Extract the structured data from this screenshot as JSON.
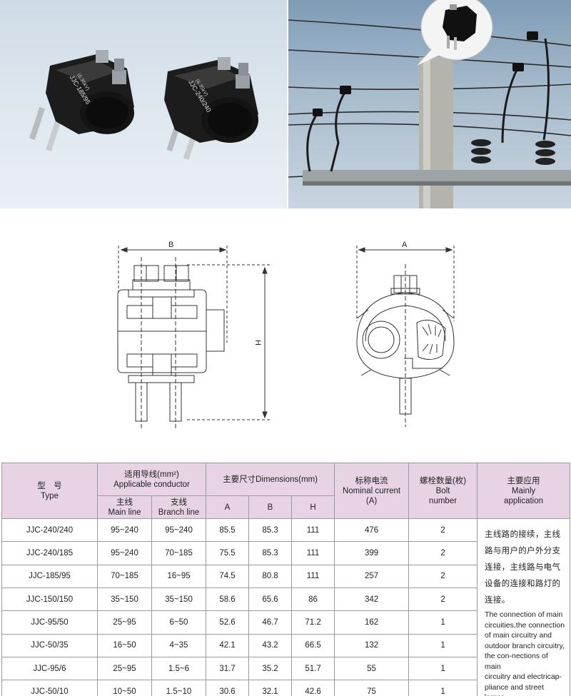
{
  "photo_left": {
    "product_label_1": "JJC-185/95",
    "product_label_2": "JJC-240/240",
    "product_sublabel": "(6.35kV)"
  },
  "drawing": {
    "label_b": "B",
    "label_h": "H",
    "label_a": "A"
  },
  "table": {
    "headers": {
      "type_zh": "型　号",
      "type_en": "Type",
      "conductor_zh": "适用导线(mm²)",
      "conductor_en": "Applicable conductor",
      "main_zh": "主线",
      "main_en": "Main line",
      "branch_zh": "支线",
      "branch_en": "Branch line",
      "dimensions": "主要尺寸Dimensions(mm)",
      "dim_a": "A",
      "dim_b": "B",
      "dim_h": "H",
      "current_zh": "标称电流",
      "current_en": "Nominal current",
      "current_unit": "(A)",
      "bolt_zh": "螺栓数量(枚)",
      "bolt_en1": "Bolt",
      "bolt_en2": "number",
      "app_zh": "主要应用",
      "app_en1": "Mainly",
      "app_en2": "application"
    },
    "rows": [
      [
        "JJC-240/240",
        "95~240",
        "95~240",
        "85.5",
        "85.3",
        "111",
        "476",
        "2"
      ],
      [
        "JJC-240/185",
        "95~240",
        "70~185",
        "75.5",
        "85.3",
        "111",
        "399",
        "2"
      ],
      [
        "JJC-185/95",
        "70~185",
        "16~95",
        "74.5",
        "80.8",
        "111",
        "257",
        "2"
      ],
      [
        "JJC-150/150",
        "35~150",
        "35~150",
        "58.6",
        "65.6",
        "86",
        "342",
        "2"
      ],
      [
        "JJC-95/50",
        "25~95",
        "6~50",
        "52.6",
        "46.7",
        "71.2",
        "162",
        "1"
      ],
      [
        "JJC-50/35",
        "16~50",
        "4~35",
        "42.1",
        "43.2",
        "66.5",
        "132",
        "1"
      ],
      [
        "JJC-95/6",
        "25~95",
        "1.5~6",
        "31.7",
        "35.2",
        "51.7",
        "55",
        "1"
      ],
      [
        "JJC-50/10",
        "10~50",
        "1.5~10",
        "30.6",
        "32.1",
        "42.6",
        "75",
        "1"
      ]
    ],
    "application_zh": [
      "主线路的接续，主线",
      "路与用户的户外分支",
      "连接，主线路与电气",
      "设备的连接和路灯的",
      "连接。"
    ],
    "application_en": [
      "The connection of main",
      "circuities,the connection",
      "of main circuitry and",
      "outdoor branch circuitry,",
      "the con-nections of main",
      "circuitry and electricap-",
      "pliance and street lamps."
    ]
  }
}
